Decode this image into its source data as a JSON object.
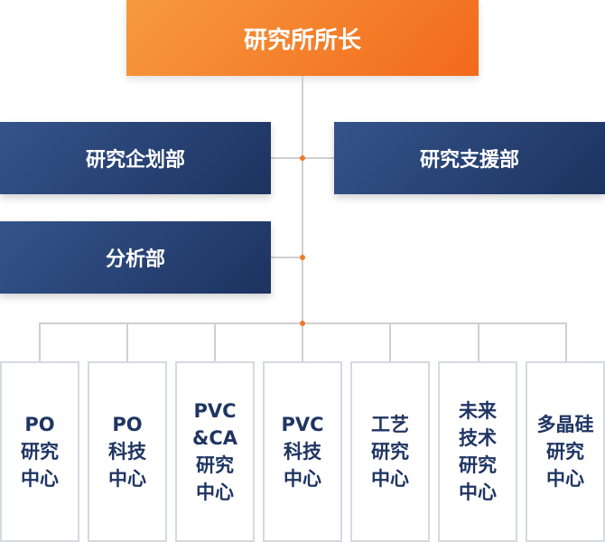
{
  "top": {
    "label": "研究所所长"
  },
  "departments": {
    "planning": "研究企划部",
    "support": "研究支援部",
    "analysis": "分析部"
  },
  "centers": [
    {
      "label": "PO\n研究\n中心"
    },
    {
      "label": "PO\n科技\n中心"
    },
    {
      "label": "PVC\n&CA\n研究\n中心"
    },
    {
      "label": "PVC\n科技\n中心"
    },
    {
      "label": "工艺\n研究\n中心"
    },
    {
      "label": "未来\n技术\n研究\n中心"
    },
    {
      "label": "多晶硅\n研究\n中心"
    }
  ],
  "colors": {
    "accent": "#f26a1b",
    "dept": "#1d3360",
    "connector": "#cfcfcf",
    "dot": "#f07a2a"
  }
}
